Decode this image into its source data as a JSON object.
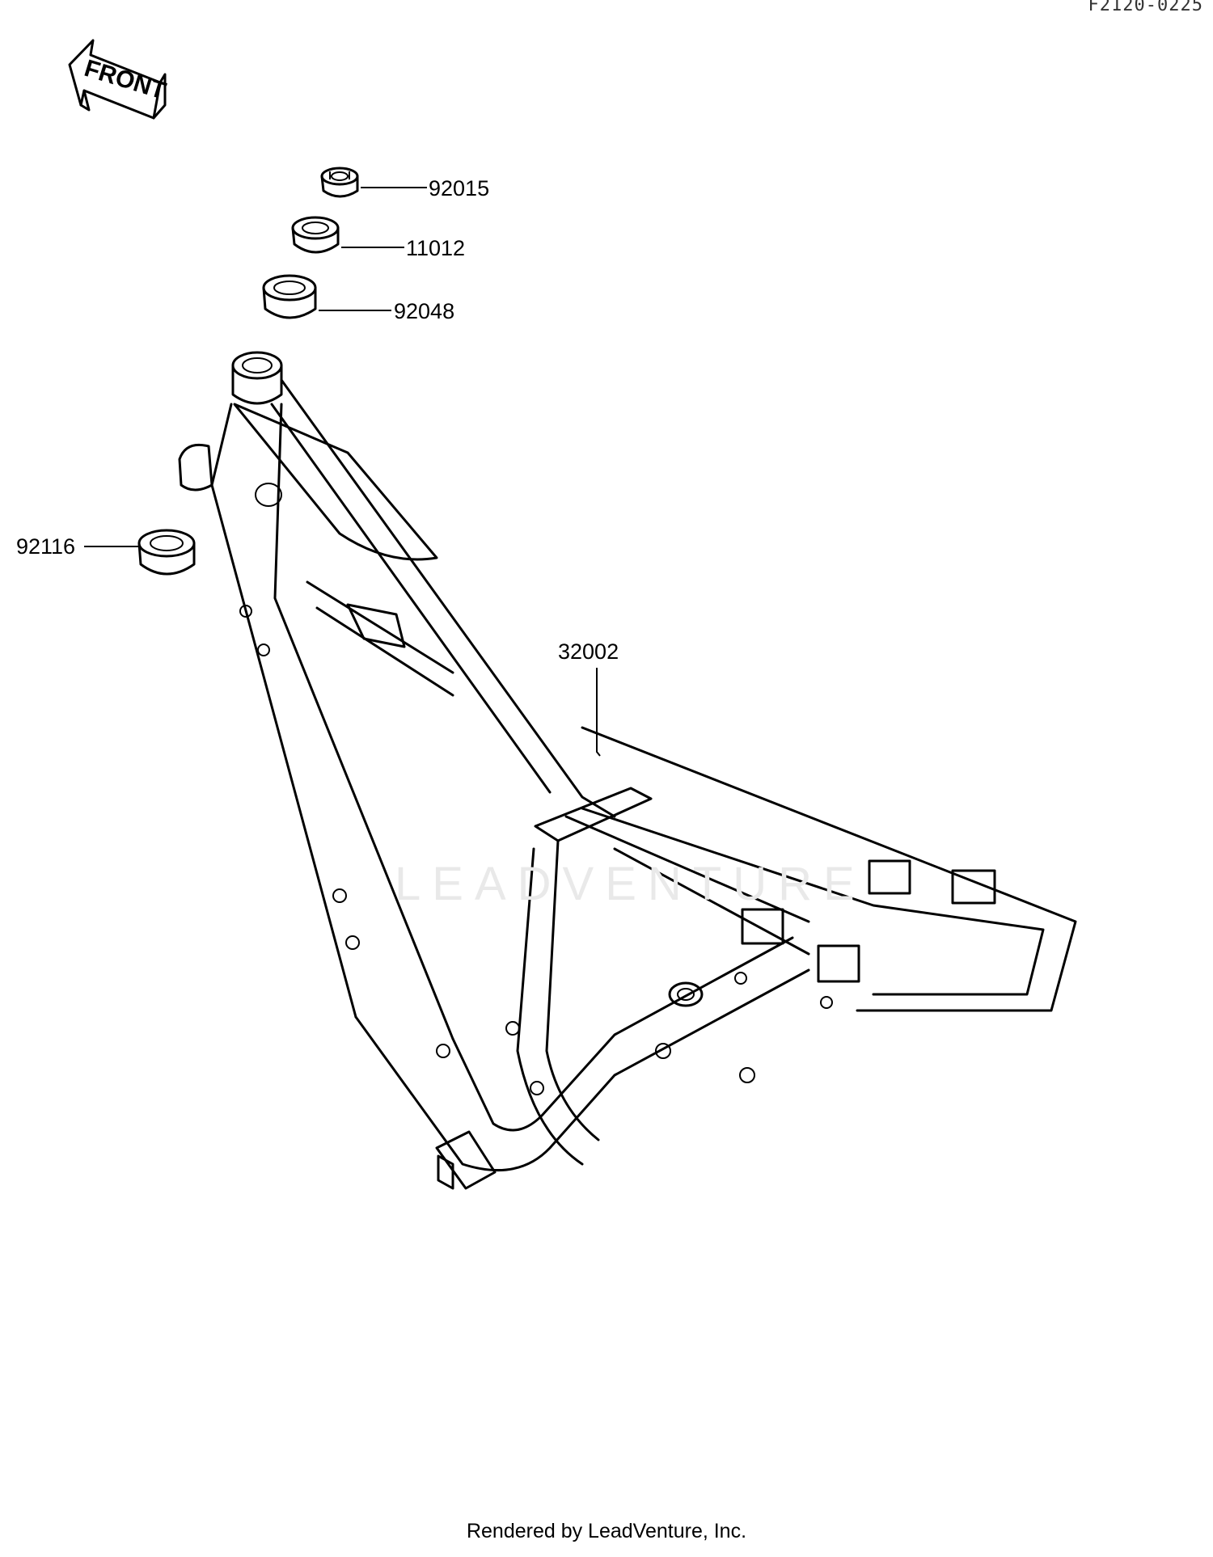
{
  "figure_code": "F2120-0225",
  "front_arrow": {
    "label": "FRONT",
    "icon": "front-direction-arrow-icon"
  },
  "parts": [
    {
      "number": "92015",
      "icon": "steering-stem-nut-icon"
    },
    {
      "number": "11012",
      "icon": "dust-seal-icon"
    },
    {
      "number": "92048",
      "icon": "seal-ring-icon"
    },
    {
      "number": "92116",
      "icon": "steering-bearing-icon"
    },
    {
      "number": "32002",
      "icon": "motorcycle-frame-icon"
    }
  ],
  "watermark": "LEADVENTURE",
  "footer": "Rendered by LeadVenture, Inc."
}
